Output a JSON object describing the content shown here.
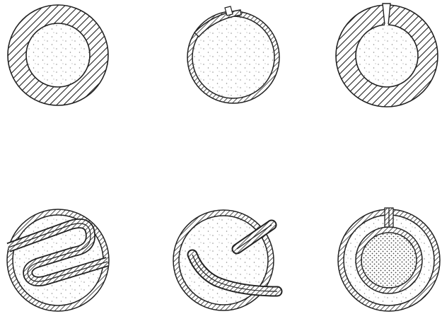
{
  "figure": {
    "background_color": "#ffffff",
    "ink_color": "#222222",
    "fill_dot_color": "#8a8a8a",
    "rows": [
      {
        "name": "top-row",
        "profiles": [
          {
            "name": "thick-wall-solid-ring",
            "layers": 1,
            "gap": false,
            "inner_fill": "dotted"
          },
          {
            "name": "thin-wall-overlap-seam",
            "layers": 1,
            "gap": false,
            "seam": "overlap",
            "inner_fill": "dotted"
          },
          {
            "name": "thick-wall-split-ring",
            "layers": 1,
            "gap": true,
            "inner_fill": "dotted"
          }
        ]
      },
      {
        "name": "bottom-row",
        "profiles": [
          {
            "name": "s-fold-section",
            "layers": 2,
            "fold": "s-shape",
            "inner_fill": "dotted"
          },
          {
            "name": "inward-tuck-section",
            "layers": 2,
            "fold": "hook",
            "inner_fill": "dotted"
          },
          {
            "name": "concentric-core-section",
            "layers": 2,
            "fold": "concentric",
            "inner_fill": "dense-dotted"
          }
        ]
      }
    ]
  }
}
